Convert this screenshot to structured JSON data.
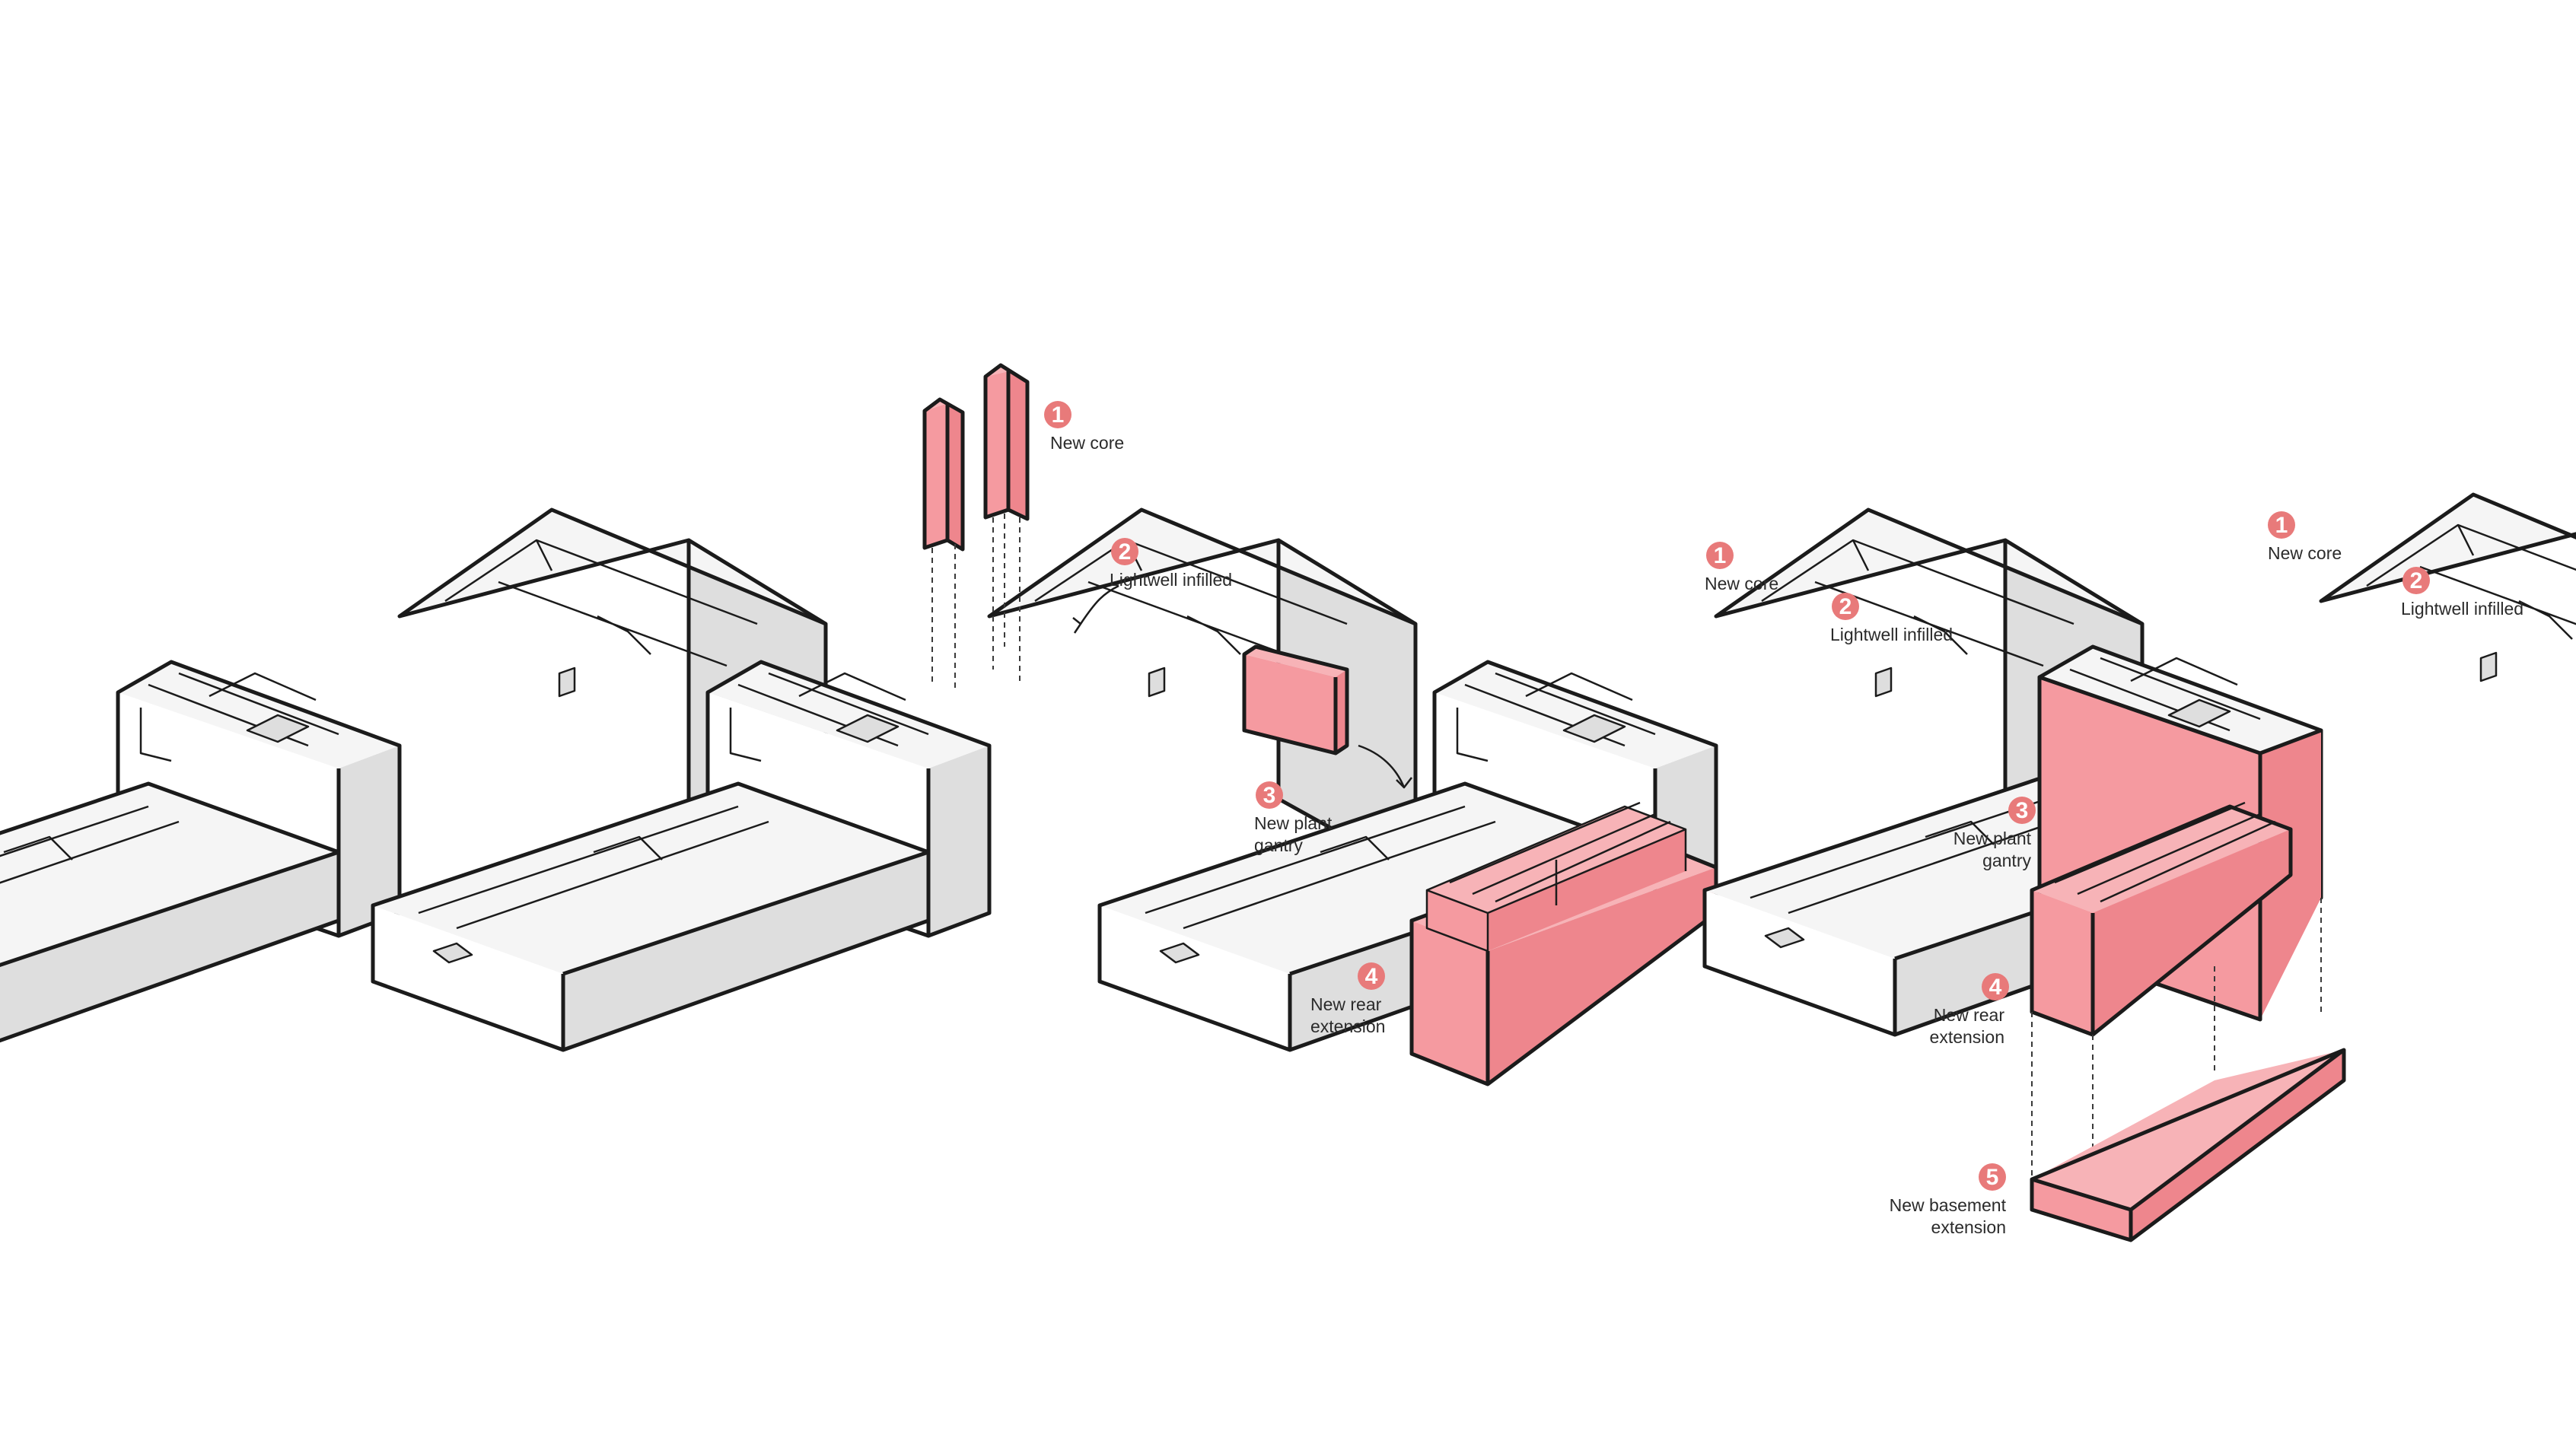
{
  "colors": {
    "accent_red": "#e87a7a",
    "pink_fill": "#f59aa0",
    "grey_fill": "#dedede",
    "stroke": "#1b1b1b"
  },
  "stages": [
    {
      "annotations": []
    },
    {
      "annotations": [
        {
          "num": "1",
          "lines": [
            "New core"
          ]
        },
        {
          "num": "2",
          "lines": [
            "Lightwell infilled"
          ]
        }
      ]
    },
    {
      "annotations": [
        {
          "num": "1",
          "lines": [
            "New core"
          ]
        },
        {
          "num": "2",
          "lines": [
            "Lightwell infilled"
          ]
        },
        {
          "num": "3",
          "lines": [
            "New plant",
            "gantry"
          ]
        },
        {
          "num": "4",
          "lines": [
            "New rear",
            "extension"
          ]
        }
      ]
    },
    {
      "annotations": [
        {
          "num": "1",
          "lines": [
            "New core"
          ]
        },
        {
          "num": "2",
          "lines": [
            "Lightwell infilled"
          ]
        },
        {
          "num": "3",
          "lines": [
            "New plant",
            "gantry"
          ]
        },
        {
          "num": "4",
          "lines": [
            "New rear",
            "extension"
          ]
        },
        {
          "num": "5",
          "lines": [
            "New basement",
            "extension"
          ]
        }
      ]
    }
  ]
}
